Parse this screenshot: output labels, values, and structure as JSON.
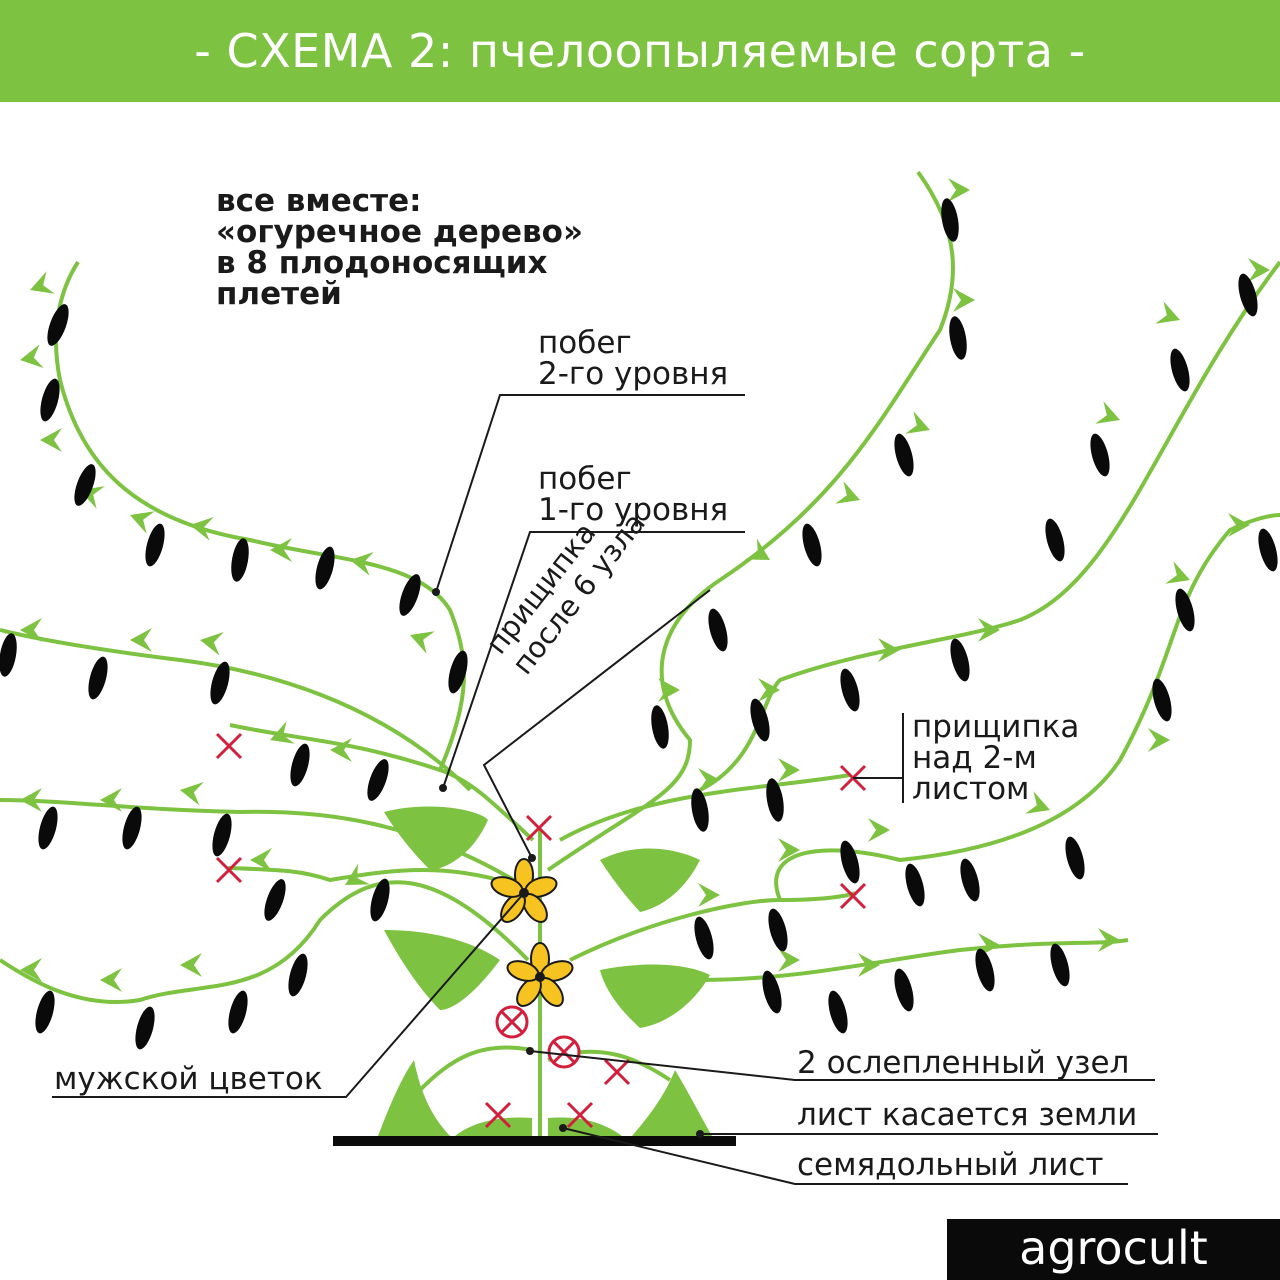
{
  "header": {
    "title": "- СХЕМА 2: пчелоопыляемые сорта -"
  },
  "summary": {
    "lines": [
      "все вместе:",
      "«огуречное дерево»",
      "в 8 плодоносящих",
      "плетей"
    ]
  },
  "labels": {
    "shoot_level2": [
      "побег",
      "2-го уровня"
    ],
    "shoot_level1": [
      "побег",
      "1-го уровня"
    ],
    "pinch_after_6": [
      "прищипка",
      "после 6 узла"
    ],
    "pinch_above_2": [
      "прищипка",
      "над 2-м",
      "листом"
    ],
    "male_flower": "мужской цветок",
    "blinded_node": "2 ослепленный узел",
    "leaf_touches_ground": "лист касается земли",
    "cotyledon_leaf": "семядольный лист"
  },
  "brand": {
    "name": "agrocult"
  },
  "colors": {
    "banner": "#7dc241",
    "vine": "#7dc241",
    "fruit": "#0a0a0a",
    "flower": "#f6c320",
    "mark": "#d21f3c",
    "text": "#1a1a1a"
  }
}
